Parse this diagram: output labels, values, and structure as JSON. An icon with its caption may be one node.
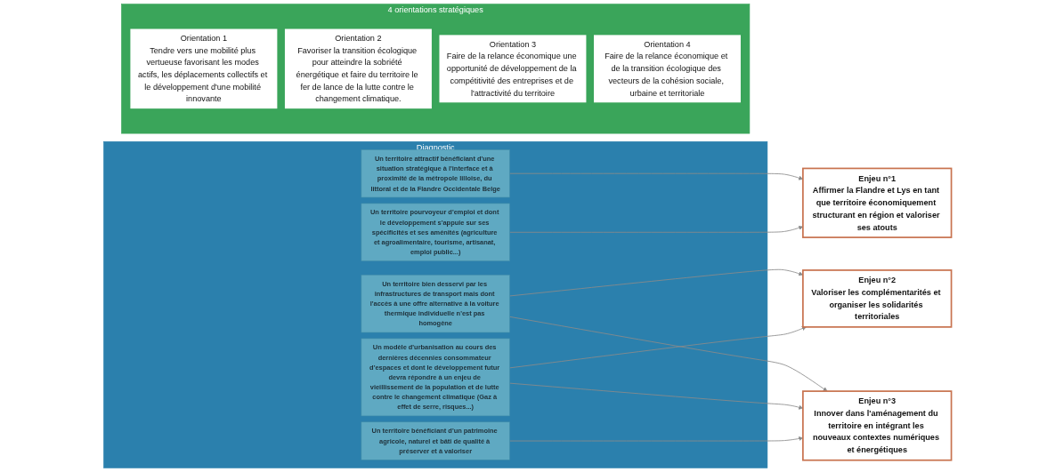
{
  "diagram": {
    "nodes": [
      {
        "text": [
          "Diagnostic"
        ]
      },
      {
        "text": [
          "Un territoire attractif bénéficiant d'une situation stratégique à l'interface et à proximité de la métropole lilloise, du littoral et de la Flandre Occidentale Belge"
        ],
        "in": 0
      },
      {
        "text": [
          "Un territoire pourvoyeur d'emploi et dont le développement s'appuie sur ses spécificités et ses aménités (agriculture et agroalimentaire, tourisme, artisanat, emploi public...)"
        ],
        "in": 0
      },
      {
        "text": [
          "Un territoire bien desservi par les infrastructures de transport mais dont l'accès à une offre alternative à la voiture thermique individuelle n'est pas homogène"
        ],
        "in": 0
      },
      {
        "text": [
          "Un modèle d'urbanisation au cours des dernières décennies consommateur d'espaces et dont le développement futur devra répondre à un enjeu de vieillissement de la population et de lutte contre le changement climatique (Gaz à effet de serre, risques...)"
        ],
        "in": 0
      },
      {
        "text": [
          "Un territoire bénéficiant d'un patrimoine agricole, naturel et bâti de qualité à préserver et à valoriser"
        ],
        "in": 0
      },
      {
        "text": [
          "Enjeu n°1",
          "Affirmer la Flandre et Lys en tant que territoire économiquement structurant en région et valoriser ses atouts"
        ]
      },
      {
        "text": [
          "Enjeu n°2",
          "Valoriser les complémentarités et organiser les solidarités territoriales"
        ]
      },
      {
        "text": [
          "Enjeu n°3",
          "Innover dans l'aménagement du territoire en intégrant les nouveaux contextes numériques et énergétiques"
        ]
      },
      {
        "text": [
          "4 orientations stratégiques"
        ]
      },
      {
        "text": [
          "Orientation 1",
          "Tendre vers une mobilité plus vertueuse favorisant les modes actifs, les déplacements collectifs et le développement d'une mobilité innovante"
        ],
        "in": 9
      },
      {
        "text": [
          "Orientation 2",
          "Favoriser la transition écologique pour atteindre la sobriété énergétique et faire du territoire le fer de lance de la lutte contre le changement climatique."
        ],
        "in": 9
      },
      {
        "text": [
          "Orientation 3",
          "Faire de la relance économique une opportunité de développement de la compétitivité des entreprises et de l'attractivité du territoire"
        ],
        "in": 9
      },
      {
        "text": [
          "Orientation 4",
          "Faire de la relance économique et de la transition écologique des vecteurs de la cohésion sociale, urbaine et territoriale"
        ],
        "in": 9
      }
    ],
    "edges": [
      {
        "from": 1,
        "to": 6,
        "arrow": "to"
      },
      {
        "from": 2,
        "to": 6,
        "arrow": "to"
      },
      {
        "from": 3,
        "to": 7,
        "arrow": "to"
      },
      {
        "from": 3,
        "to": 8,
        "arrow": "to"
      },
      {
        "from": 4,
        "to": 7,
        "arrow": "to"
      },
      {
        "from": 4,
        "to": 8,
        "arrow": "to"
      },
      {
        "from": 5,
        "to": 8,
        "arrow": "to"
      }
    ]
  }
}
